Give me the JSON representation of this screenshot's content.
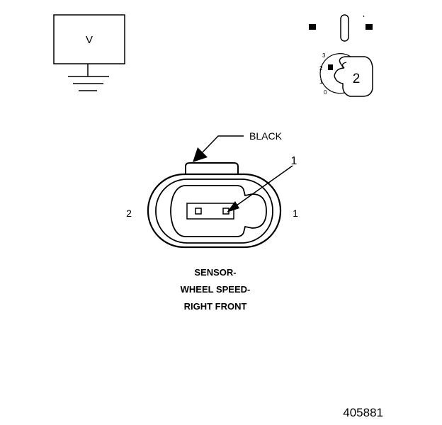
{
  "voltmeter": {
    "symbol": "V"
  },
  "dial": {
    "scale": [
      "3",
      "2",
      "1",
      "0"
    ],
    "setting": "2"
  },
  "connector": {
    "color_label": "BLACK",
    "callout": "1",
    "pin_left": "2",
    "pin_right": "1"
  },
  "caption": {
    "line1": "SENSOR-",
    "line2": "WHEEL SPEED-",
    "line3": "RIGHT FRONT"
  },
  "figure_number": "405881",
  "colors": {
    "ink": "#000000",
    "paper": "#ffffff"
  }
}
